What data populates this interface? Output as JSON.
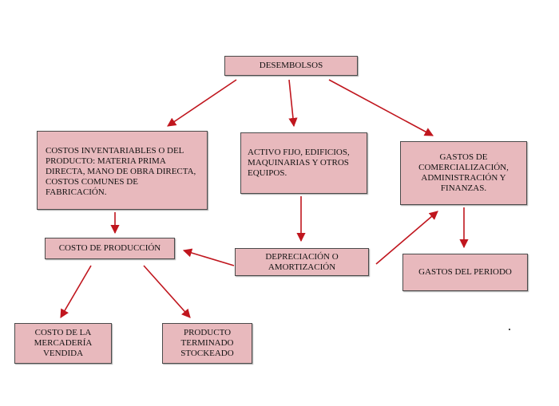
{
  "nodes": {
    "desembolsos": "DESEMBOLSOS",
    "costos_inventariables": "COSTOS INVENTARIABLES O DEL PRODUCTO: MATERIA PRIMA DIRECTA, MANO DE OBRA DIRECTA, COSTOS COMUNES DE FABRICACIÓN.",
    "activo_fijo": "ACTIVO FIJO, EDIFICIOS, MAQUINARIAS Y OTROS EQUIPOS.",
    "gastos_comercializacion": "GASTOS DE COMERCIALIZACIÓN, ADMINISTRACIÓN Y FINANZAS.",
    "costo_produccion": "COSTO DE PRODUCCIÓN",
    "depreciacion": "DEPRECIACIÓN O AMORTIZACIÓN",
    "gastos_periodo": "GASTOS DEL PERIODO",
    "costo_mercaderia": "COSTO DE LA MERCADERÍA VENDIDA",
    "producto_terminado": "PRODUCTO TERMINADO STOCKEADO"
  },
  "colors": {
    "box_fill": "#e8b9bd",
    "box_border": "#4a4a4a",
    "arrow": "#c0161e"
  }
}
